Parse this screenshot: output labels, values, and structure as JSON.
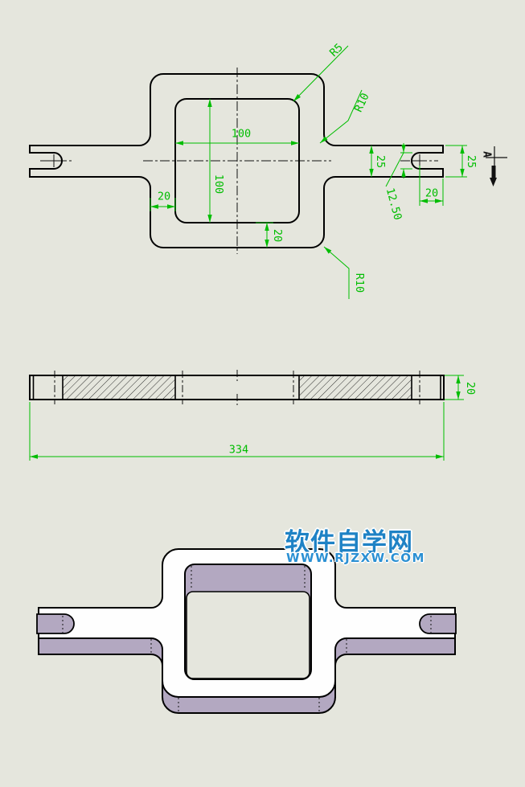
{
  "page": {
    "background": "#e5e6dd"
  },
  "watermark": {
    "title": "软件自学网",
    "url": "WWW.RJZXW.COM",
    "title_color": "#1e82c5",
    "url_color": "#2b90d3"
  },
  "top_view": {
    "dim_inner_width": "100",
    "dim_inner_height": "100",
    "dim_wall_left": "20",
    "dim_wall_bottom": "20",
    "dim_arm_width": "25",
    "dim_fork_end_width": "25",
    "dim_slot_width": "12.50",
    "dim_slot_depth": "20",
    "radius_inner_corner": "R5",
    "radius_fillet_upper": "R10",
    "radius_corner_lower": "R10",
    "section_label": "A"
  },
  "section_view": {
    "dim_thickness": "20",
    "dim_total_length": "334"
  },
  "colors": {
    "dimension_green": "#00bd00",
    "outline_black": "#000000",
    "face_top": "#fefefe",
    "face_side": "#b3a8c1",
    "hatch": "#1a1a1a"
  }
}
